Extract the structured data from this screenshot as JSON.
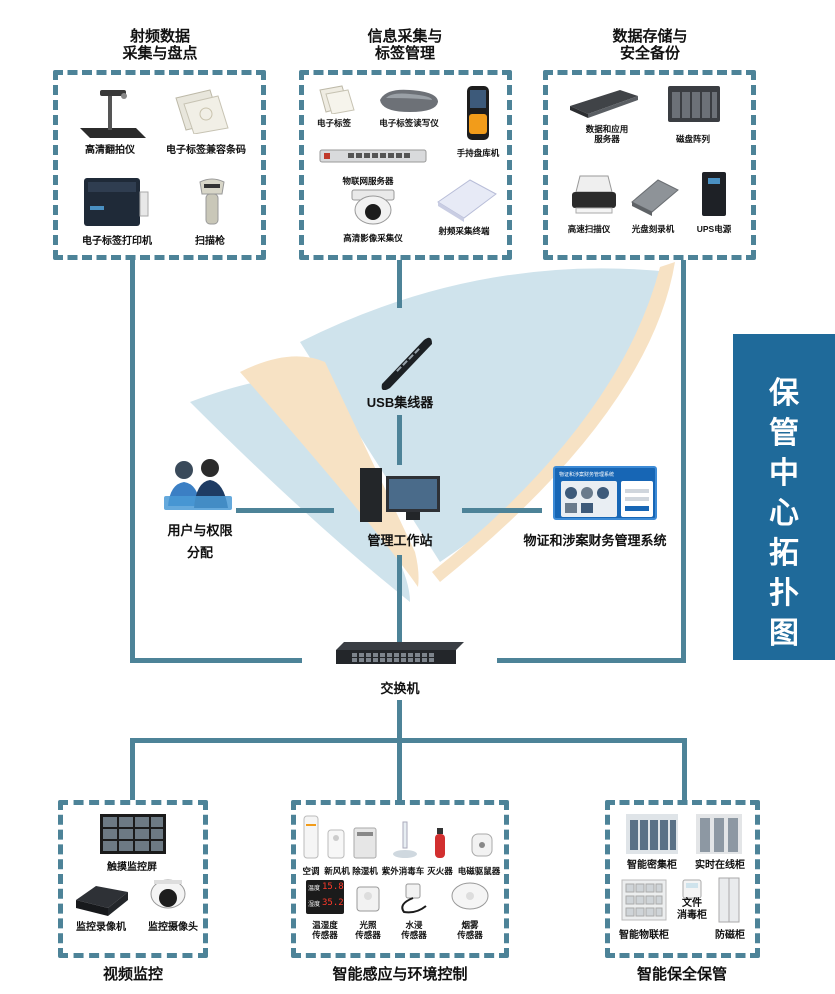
{
  "side_title": "保\n管\n中\n心\n拓\n扑\n图",
  "top_groups": {
    "rfid": {
      "title": "射频数据\n采集与盘点",
      "items": [
        "高清翻拍仪",
        "电子标签兼容条码",
        "电子标签打印机",
        "扫描枪"
      ]
    },
    "info": {
      "title": "信息采集与\n标签管理",
      "items": [
        "电子标签",
        "电子标签读写仪",
        "手持盘库机",
        "物联网服务器",
        "高清影像采集仪",
        "射频采集终端"
      ]
    },
    "storage": {
      "title": "数据存储与\n安全备份",
      "items": [
        "数据和应用\n服务器",
        "磁盘阵列",
        "高速扫描仪",
        "光盘刻录机",
        "UPS电源"
      ]
    }
  },
  "center": {
    "usb_hub": "USB集线器",
    "user_perm": "用户与权限\n分配",
    "workstation": "管理工作站",
    "system": "物证和涉案财务管理系统",
    "system_screen_title": "物证和涉案财务管理系统",
    "switch": "交换机"
  },
  "bottom_groups": {
    "video": {
      "title": "视频监控",
      "items": [
        "触摸监控屏",
        "监控录像机",
        "监控摄像头"
      ]
    },
    "sensing": {
      "title": "智能感应与环境控制",
      "row1": [
        "空调",
        "新风机",
        "除湿机",
        "紫外消毒车",
        "灭火器",
        "电磁驱鼠器"
      ],
      "row2": [
        "温湿度\n传感器",
        "光照\n传感器",
        "水浸\n传感器",
        "烟雾\n传感器"
      ],
      "th_display": [
        "温度",
        "15.8",
        "湿度",
        "35.2"
      ]
    },
    "custody": {
      "title": "智能保全保管",
      "items": [
        "智能密集柜",
        "实时在线柜",
        "智能物联柜",
        "文件\n消毒柜",
        "防磁柜"
      ]
    }
  },
  "colors": {
    "line": "#4d8398",
    "panel": "#1f6a9a",
    "fan_blue": "#cfe3ec",
    "fan_orange": "#f7e2c4"
  }
}
